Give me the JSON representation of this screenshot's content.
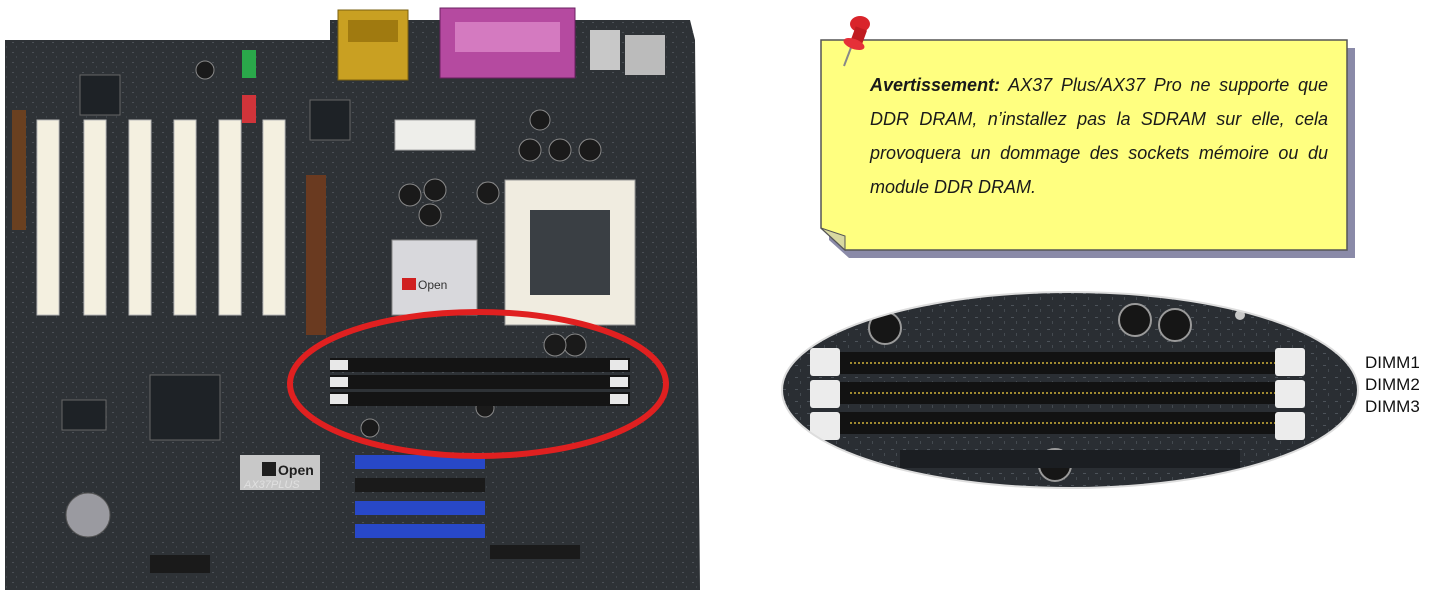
{
  "note": {
    "label": "Avertissement:",
    "text": "AX37 Plus/AX37 Pro ne supporte que DDR DRAM, n’installez pas la SDRAM sur elle, cela provoquera un dommage des sockets mémoire ou du module DDR DRAM.",
    "colors": {
      "fill": "#ffff80",
      "shadow": "#8a8aa8",
      "border": "#555555",
      "pin": "#d9242b"
    }
  },
  "board": {
    "chip_brand": "Open",
    "model_brand": "Open",
    "model_name": "AX37PLUS"
  },
  "dimm_labels": [
    "DIMM1",
    "DIMM2",
    "DIMM3"
  ],
  "highlight_color": "#e02020"
}
